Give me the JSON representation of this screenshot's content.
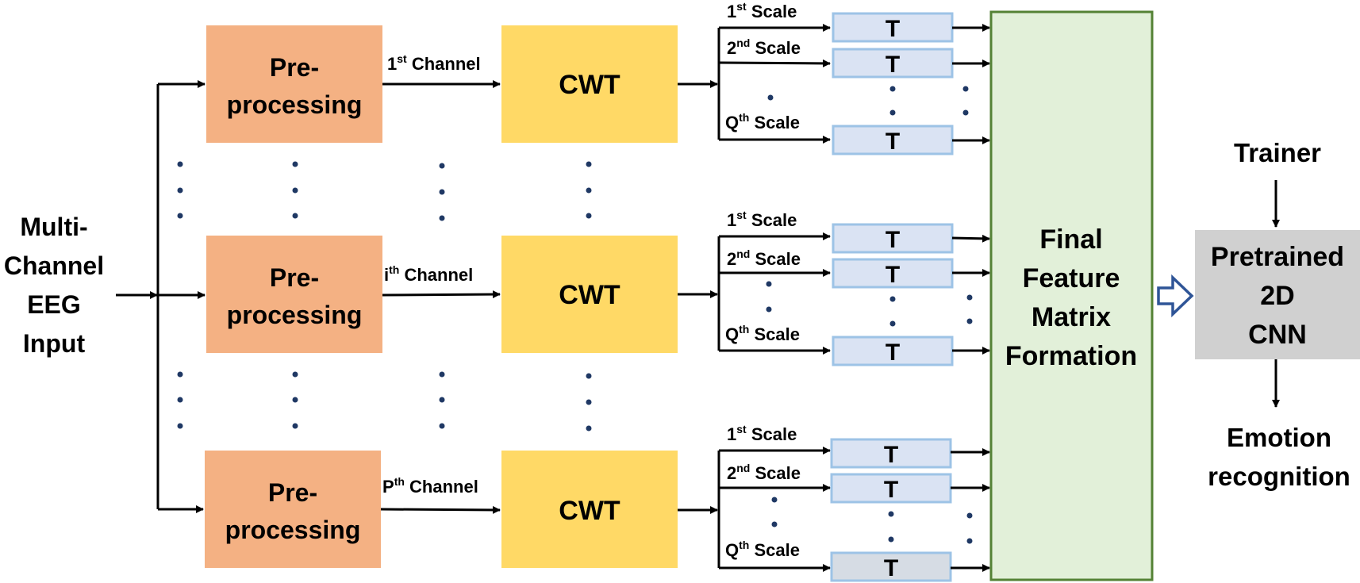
{
  "input": {
    "lines": [
      "Multi-",
      "Channel",
      "EEG",
      "Input"
    ]
  },
  "channels": [
    {
      "preprocessing_lines": [
        "Pre-",
        "processing"
      ],
      "channel_label": {
        "prefix": "1",
        "sup": "st",
        "suffix": " Channel"
      },
      "cwt_label": "CWT",
      "scales": [
        {
          "prefix": "1",
          "sup": "st",
          "suffix": " Scale"
        },
        {
          "prefix": "2",
          "sup": "nd",
          "suffix": " Scale"
        },
        {
          "prefix": "Q",
          "sup": "th",
          "suffix": " Scale"
        }
      ],
      "t_label": "T"
    },
    {
      "preprocessing_lines": [
        "Pre-",
        "processing"
      ],
      "channel_label": {
        "prefix": "i",
        "sup": "th",
        "suffix": " Channel"
      },
      "cwt_label": "CWT",
      "scales": [
        {
          "prefix": "1",
          "sup": "st",
          "suffix": " Scale"
        },
        {
          "prefix": "2",
          "sup": "nd",
          "suffix": " Scale"
        },
        {
          "prefix": "Q",
          "sup": "th",
          "suffix": " Scale"
        }
      ],
      "t_label": "T"
    },
    {
      "preprocessing_lines": [
        "Pre-",
        "processing"
      ],
      "channel_label": {
        "prefix": "P",
        "sup": "th",
        "suffix": " Channel"
      },
      "cwt_label": "CWT",
      "scales": [
        {
          "prefix": "1",
          "sup": "st",
          "suffix": " Scale"
        },
        {
          "prefix": "2",
          "sup": "nd",
          "suffix": " Scale"
        },
        {
          "prefix": "Q",
          "sup": "th",
          "suffix": " Scale"
        }
      ],
      "t_label": "T"
    }
  ],
  "feature_matrix": {
    "lines": [
      "Final",
      "Feature",
      "Matrix",
      "Formation"
    ]
  },
  "cnn": {
    "lines": [
      "Pretrained",
      "2D",
      "CNN"
    ]
  },
  "trainer": {
    "label": "Trainer"
  },
  "output": {
    "lines": [
      "Emotion",
      "recognition"
    ]
  },
  "colors": {
    "preprocessing_fill": "#F4B183",
    "cwt_fill": "#FFD966",
    "t_fill": "#DAE3F3",
    "t_stroke": "#9DC3E6",
    "t_fill_last": "#D6DCE4",
    "feature_fill": "#E2F0D9",
    "feature_stroke": "#548235",
    "cnn_fill": "#D0D0D0",
    "dot_color": "#1F3864",
    "hollow_arrow_stroke": "#2F5597"
  }
}
